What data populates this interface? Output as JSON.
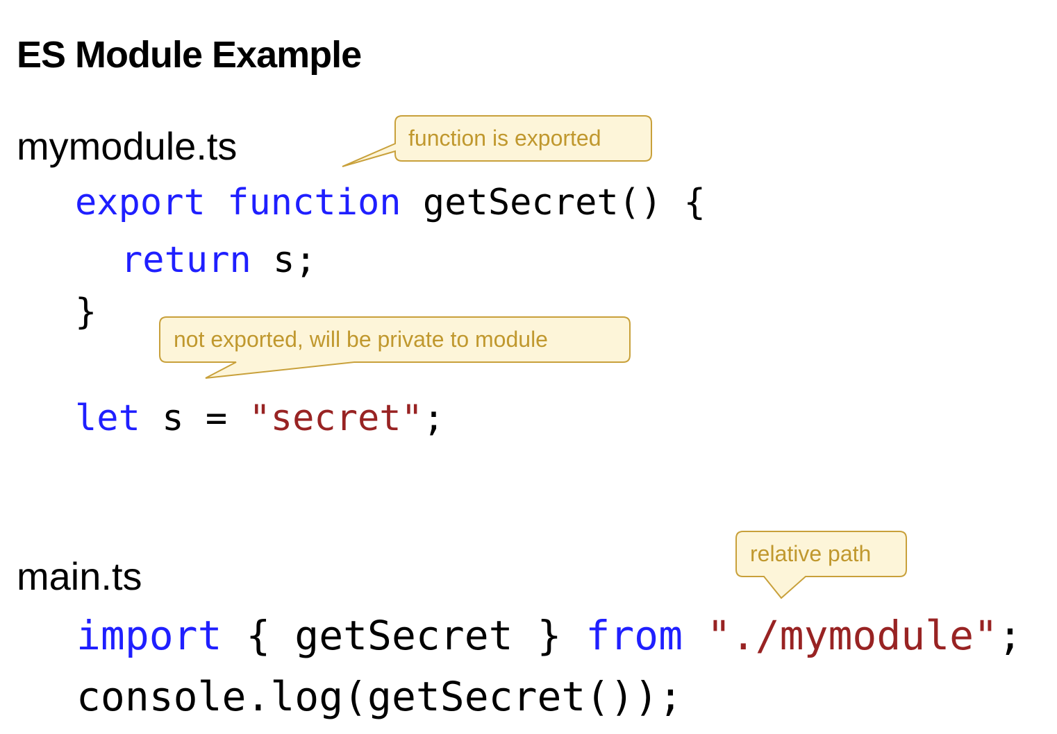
{
  "title": "ES Module Example",
  "files": [
    {
      "name": "mymodule.ts",
      "lines": [
        {
          "kw1": "export",
          "kw2": "function",
          "rest": " getSecret() {"
        },
        {
          "kw": "return",
          "rest": " s;"
        },
        {
          "rest": "}"
        },
        {
          "kw": "let",
          "rest": " s = ",
          "str": "\"secret\"",
          "end": ";"
        }
      ]
    },
    {
      "name": "main.ts",
      "lines": [
        {
          "kw1": "import",
          "mid": " { getSecret } ",
          "kw2": "from",
          "str": "\"./mymodule\"",
          "end": ";"
        },
        {
          "rest": "console.log(getSecret());"
        }
      ]
    }
  ],
  "callouts": [
    {
      "text": "function is exported"
    },
    {
      "text": "not exported, will be private to module"
    },
    {
      "text": "relative path"
    }
  ],
  "colors": {
    "keyword": "#1f1fff",
    "string": "#982323",
    "callout_border": "#c8a03a",
    "callout_fill": "#fdf5d9",
    "callout_text": "#c0982e"
  }
}
